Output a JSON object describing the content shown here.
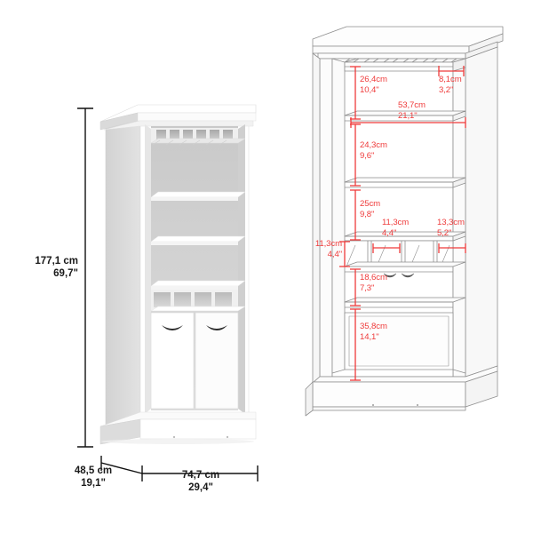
{
  "diagram": {
    "title": "Bar cabinet dimension diagram",
    "colors": {
      "red_annotation": "#ef3b3b",
      "dim_line": "#111111",
      "wire_line": "#8f8f8f",
      "cabinet_front": "#ffffff",
      "cabinet_side": "#d9d9d9",
      "cabinet_interior": "#d0d0d0",
      "handle": "#2b2b2b",
      "background": "#ffffff"
    }
  },
  "rendered_view": {
    "name": "photo-rendered bar cabinet",
    "features": {
      "stemware_slots": 6,
      "open_shelves": 3,
      "cubbies": 4,
      "doors": 2,
      "handles": 2
    },
    "dimensions": {
      "height": {
        "metric": "177,1 cm",
        "imperial": "69,7\""
      },
      "depth": {
        "metric": "48,5 cm",
        "imperial": "19,1\""
      },
      "width": {
        "metric": "74,7 cm",
        "imperial": "29,4\""
      }
    }
  },
  "wireframe_view": {
    "name": "technical line drawing with interior measurements",
    "annotations": [
      {
        "id": "stemware-rack-height",
        "metric": "26,4cm",
        "imperial": "10,4\""
      },
      {
        "id": "stemware-slot-width",
        "metric": "8,1cm",
        "imperial": "3,2\""
      },
      {
        "id": "interior-width",
        "metric": "53,7cm",
        "imperial": "21,1\""
      },
      {
        "id": "upper-shelf-height",
        "metric": "24,3cm",
        "imperial": "9,6\""
      },
      {
        "id": "middle-shelf-height",
        "metric": "25cm",
        "imperial": "9,8\""
      },
      {
        "id": "cubby-width-inner",
        "metric": "11,3cm",
        "imperial": "4,4\""
      },
      {
        "id": "cubby-width-outer",
        "metric": "13,3cm",
        "imperial": "5,2\""
      },
      {
        "id": "cubby-height",
        "metric": "11,3cm",
        "imperial": "4,4\""
      },
      {
        "id": "door-upper-section",
        "metric": "18,6cm",
        "imperial": "7,3\""
      },
      {
        "id": "door-lower-section",
        "metric": "35,8cm",
        "imperial": "14,1\""
      }
    ]
  }
}
